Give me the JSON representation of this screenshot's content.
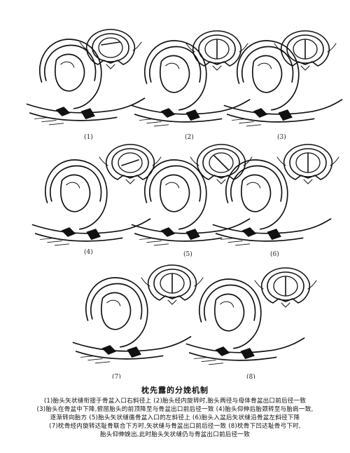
{
  "panels": [
    {
      "label": "(1)"
    },
    {
      "label": "(2)"
    },
    {
      "label": "(3)"
    },
    {
      "label": "(4)"
    },
    {
      "label": "(5)"
    },
    {
      "label": "(6)"
    },
    {
      "label": "(7)"
    },
    {
      "label": "(8)"
    }
  ],
  "caption": {
    "title": "枕先露的分娩机制",
    "lines": [
      "(1)胎头矢状缝衔接于骨盆入口右斜径上  (2)胎头经内旋转时,胎头两径与母体骨盆出口前后径一致",
      "(3)胎头在骨盆中下降,俯屈胎头的前顶降至与骨盆出口前后径一致  (4)胎头仰伸后胎颈转至与胎肩一致,",
      "逐渐转向胎方  (5)胎头矢状缝循骨盆入口的左斜径上  (6)胎头入盆后矢状缝沿骨盆左斜径下降",
      "(7)枕骨经内旋转达耻骨联合下方时,矢状缝与骨盆出口前后径一致  (8)枕骨下凹达耻骨弓下时,",
      "胎头仰伸娩出,此时胎头矢状缝仍与骨盆出口前后径一致"
    ]
  }
}
